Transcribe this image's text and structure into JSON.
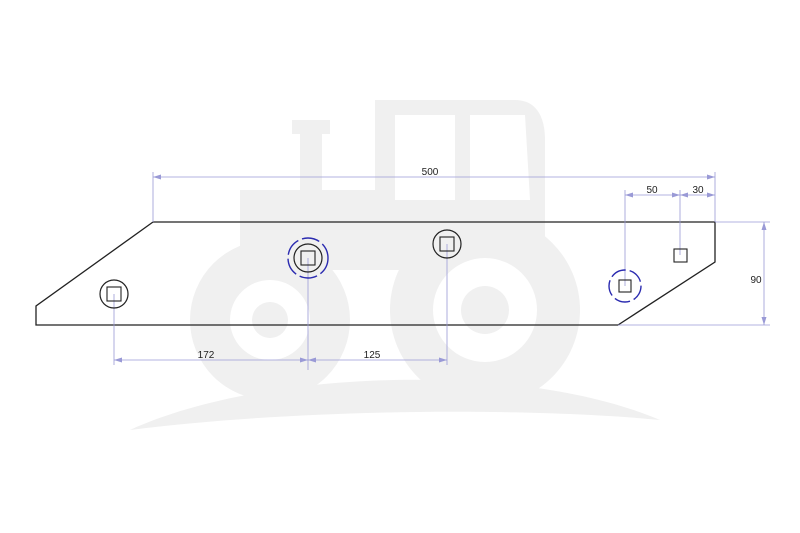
{
  "drawing": {
    "dimensions": {
      "overall_length": "500",
      "right_hole_spacing": "50",
      "right_end_offset": "30",
      "height": "90",
      "left_spacing": "172",
      "middle_spacing": "125"
    },
    "holes": [
      {
        "label": "hole-1",
        "outline": "single"
      },
      {
        "label": "hole-2",
        "outline": "double-blue"
      },
      {
        "label": "hole-3",
        "outline": "single"
      },
      {
        "label": "hole-4",
        "outline": "blue"
      },
      {
        "label": "hole-5",
        "outline": "none"
      }
    ],
    "colors": {
      "outline": "#222222",
      "dimension_line": "#9a9ad6",
      "hole_accent": "#2b2bb0",
      "watermark": "#f0f0f0"
    },
    "watermark_icon": "tractor-icon"
  }
}
